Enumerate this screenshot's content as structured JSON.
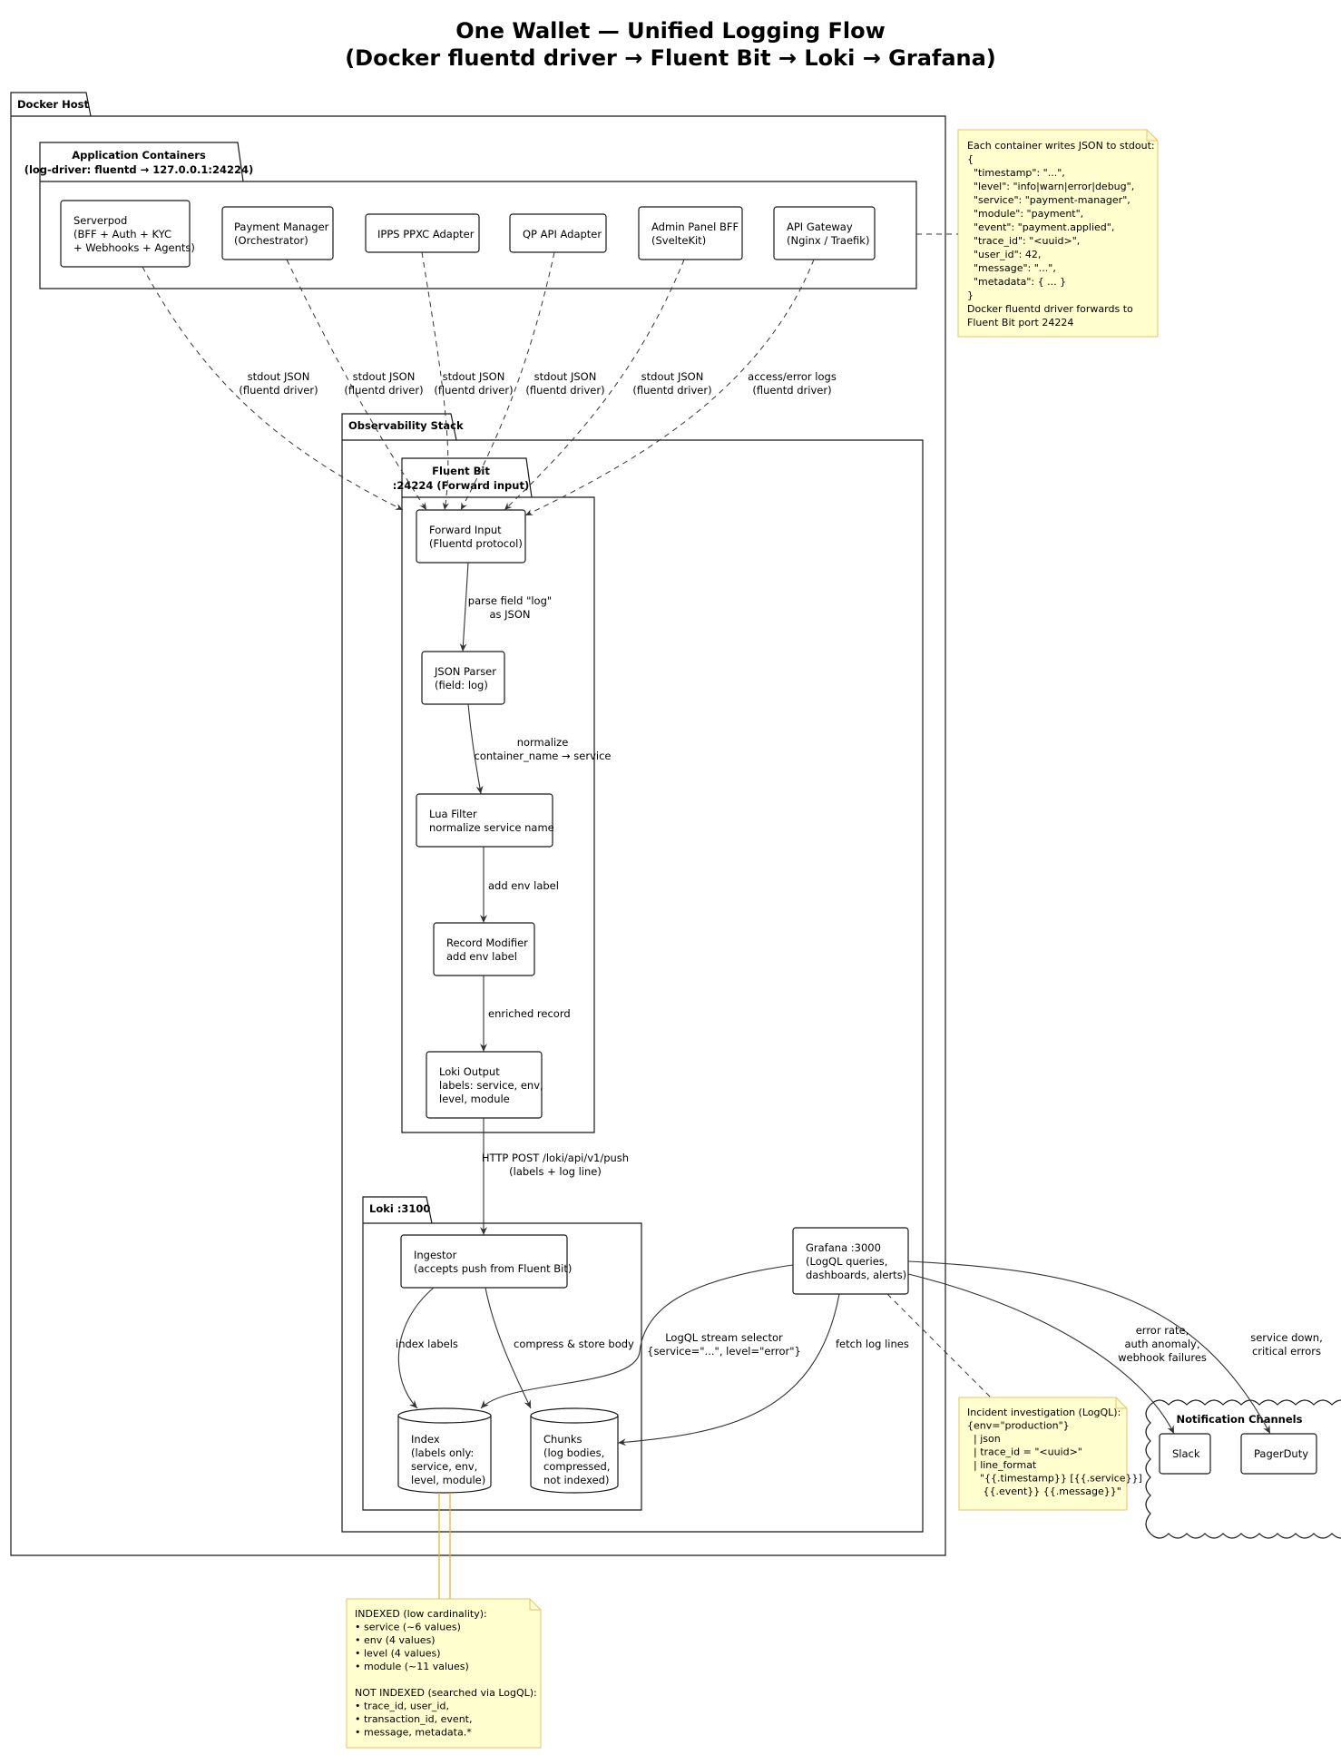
{
  "title": {
    "line1": "One Wallet — Unified Logging Flow",
    "line2": "(Docker fluentd driver → Fluent Bit → Loki → Grafana)"
  },
  "packages": {
    "docker_host": "Docker Host",
    "app_containers": [
      "Application Containers",
      "(log-driver: fluentd → 127.0.0.1:24224)"
    ],
    "observability": "Observability Stack",
    "fluent_bit": [
      "Fluent Bit",
      ":24224 (Forward input)"
    ],
    "loki": "Loki :3100",
    "notification": "Notification Channels"
  },
  "nodes": {
    "serverpod": [
      "Serverpod",
      "(BFF + Auth + KYC",
      "+ Webhooks + Agents)"
    ],
    "payment_manager": [
      "Payment Manager",
      "(Orchestrator)"
    ],
    "ipps": [
      "IPPS PPXC Adapter"
    ],
    "qp": [
      "QP API Adapter"
    ],
    "admin_bff": [
      "Admin Panel BFF",
      "(SvelteKit)"
    ],
    "api_gateway": [
      "API Gateway",
      "(Nginx / Traefik)"
    ],
    "forward_input": [
      "Forward Input",
      "(Fluentd protocol)"
    ],
    "json_parser": [
      "JSON Parser",
      "(field: log)"
    ],
    "lua_filter": [
      "Lua Filter",
      "normalize service name"
    ],
    "record_modifier": [
      "Record Modifier",
      "add env label"
    ],
    "loki_output": [
      "Loki Output",
      "labels: service, env,",
      "level, module"
    ],
    "ingestor": [
      "Ingestor",
      "(accepts push from Fluent Bit)"
    ],
    "index": [
      "Index",
      "(labels only:",
      "service, env,",
      "level, module)"
    ],
    "chunks": [
      "Chunks",
      "(log bodies,",
      "compressed,",
      "not indexed)"
    ],
    "grafana": [
      "Grafana :3000",
      "(LogQL queries,",
      "dashboards, alerts)"
    ],
    "slack": [
      "Slack"
    ],
    "pagerduty": [
      "PagerDuty"
    ]
  },
  "edges": {
    "serverpod": [
      "stdout JSON",
      "(fluentd driver)"
    ],
    "payment_manager": [
      "stdout JSON",
      "(fluentd driver)"
    ],
    "ipps": [
      "stdout JSON",
      "(fluentd driver)"
    ],
    "qp": [
      "stdout JSON",
      "(fluentd driver)"
    ],
    "admin_bff": [
      "stdout JSON",
      "(fluentd driver)"
    ],
    "api_gateway": [
      "access/error logs",
      "(fluentd driver)"
    ],
    "parse": [
      "parse field \"log\"",
      "as JSON"
    ],
    "normalize": [
      "normalize",
      "container_name → service"
    ],
    "add_env": [
      "add env label"
    ],
    "enriched": [
      "enriched record"
    ],
    "http_post": [
      "HTTP POST /loki/api/v1/push",
      "(labels + log line)"
    ],
    "index_labels": [
      "index labels"
    ],
    "compress": [
      "compress & store body"
    ],
    "logql_selector": [
      "LogQL stream selector",
      "{service=\"...\", level=\"error\"}"
    ],
    "fetch": [
      "fetch log lines"
    ],
    "error_rate": [
      "error rate,",
      "auth anomaly,",
      "webhook failures"
    ],
    "service_down": [
      "service down,",
      "critical errors"
    ]
  },
  "notes": {
    "json_format": [
      "Each container writes JSON to stdout:",
      "{",
      "  \"timestamp\": \"...\",",
      "  \"level\": \"info|warn|error|debug\",",
      "  \"service\": \"payment-manager\",",
      "  \"module\": \"payment\",",
      "  \"event\": \"payment.applied\",",
      "  \"trace_id\": \"<uuid>\",",
      "  \"user_id\": 42,",
      "  \"message\": \"...\",",
      "  \"metadata\": { ... }",
      "}",
      "Docker fluentd driver forwards to",
      "Fluent Bit port 24224"
    ],
    "incident": [
      "Incident investigation (LogQL):",
      "{env=\"production\"}",
      "  | json",
      "  | trace_id = \"<uuid>\"",
      "  | line_format",
      "    \"{{.timestamp}} [{{.service}}]",
      "     {{.event}} {{.message}}\""
    ],
    "indexed": [
      "INDEXED (low cardinality):",
      "• service (~6 values)",
      "• env (4 values)",
      "• level (4 values)",
      "• module (~11 values)",
      "",
      "NOT INDEXED (searched via LogQL):",
      "• trace_id, user_id,",
      "• transaction_id, event,",
      "• message, metadata.*"
    ]
  }
}
